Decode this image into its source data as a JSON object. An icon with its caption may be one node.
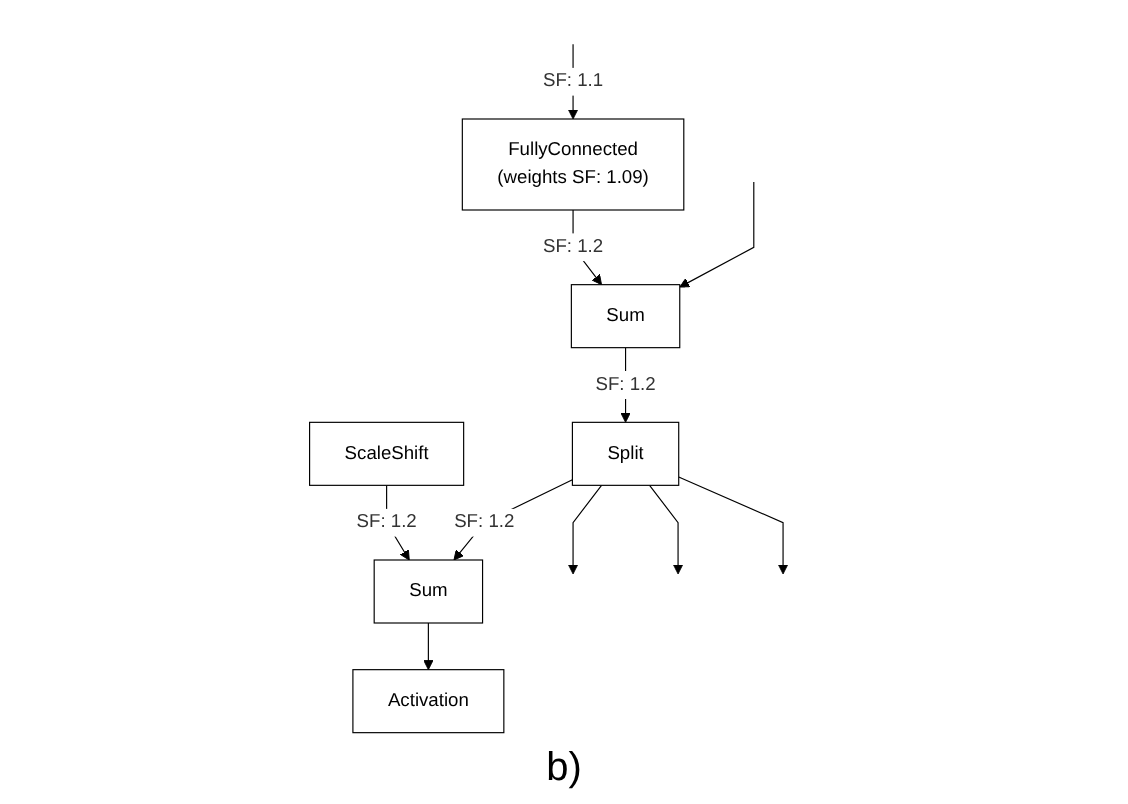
{
  "diagram": {
    "nodes": [
      {
        "text": [
          "FullyConnected",
          "(weights SF: 1.09)"
        ]
      },
      {
        "text": [
          "Sum"
        ]
      },
      {
        "text": [
          "ScaleShift"
        ]
      },
      {
        "text": [
          "Split"
        ]
      },
      {
        "text": [
          "Sum"
        ]
      },
      {
        "text": [
          "Activation"
        ]
      }
    ],
    "edges": [
      {
        "from": null,
        "to": 0,
        "arrow": "to",
        "label": "SF: 1.1"
      },
      {
        "from": 0,
        "to": 1,
        "arrow": "to",
        "label": "SF: 1.2"
      },
      {
        "from": null,
        "to": 1,
        "arrow": "to"
      },
      {
        "from": 1,
        "to": 3,
        "arrow": "to",
        "label": "SF: 1.2"
      },
      {
        "from": 3,
        "to": null,
        "arrow": "to"
      },
      {
        "from": 3,
        "to": null,
        "arrow": "to"
      },
      {
        "from": 3,
        "to": null,
        "arrow": "to"
      },
      {
        "from": 2,
        "to": 4,
        "arrow": "to",
        "label": "SF: 1.2"
      },
      {
        "from": 3,
        "to": 4,
        "arrow": "to",
        "label": "SF: 1.2"
      },
      {
        "from": 4,
        "to": 5,
        "arrow": "to"
      }
    ],
    "labels": [
      "b)"
    ]
  }
}
